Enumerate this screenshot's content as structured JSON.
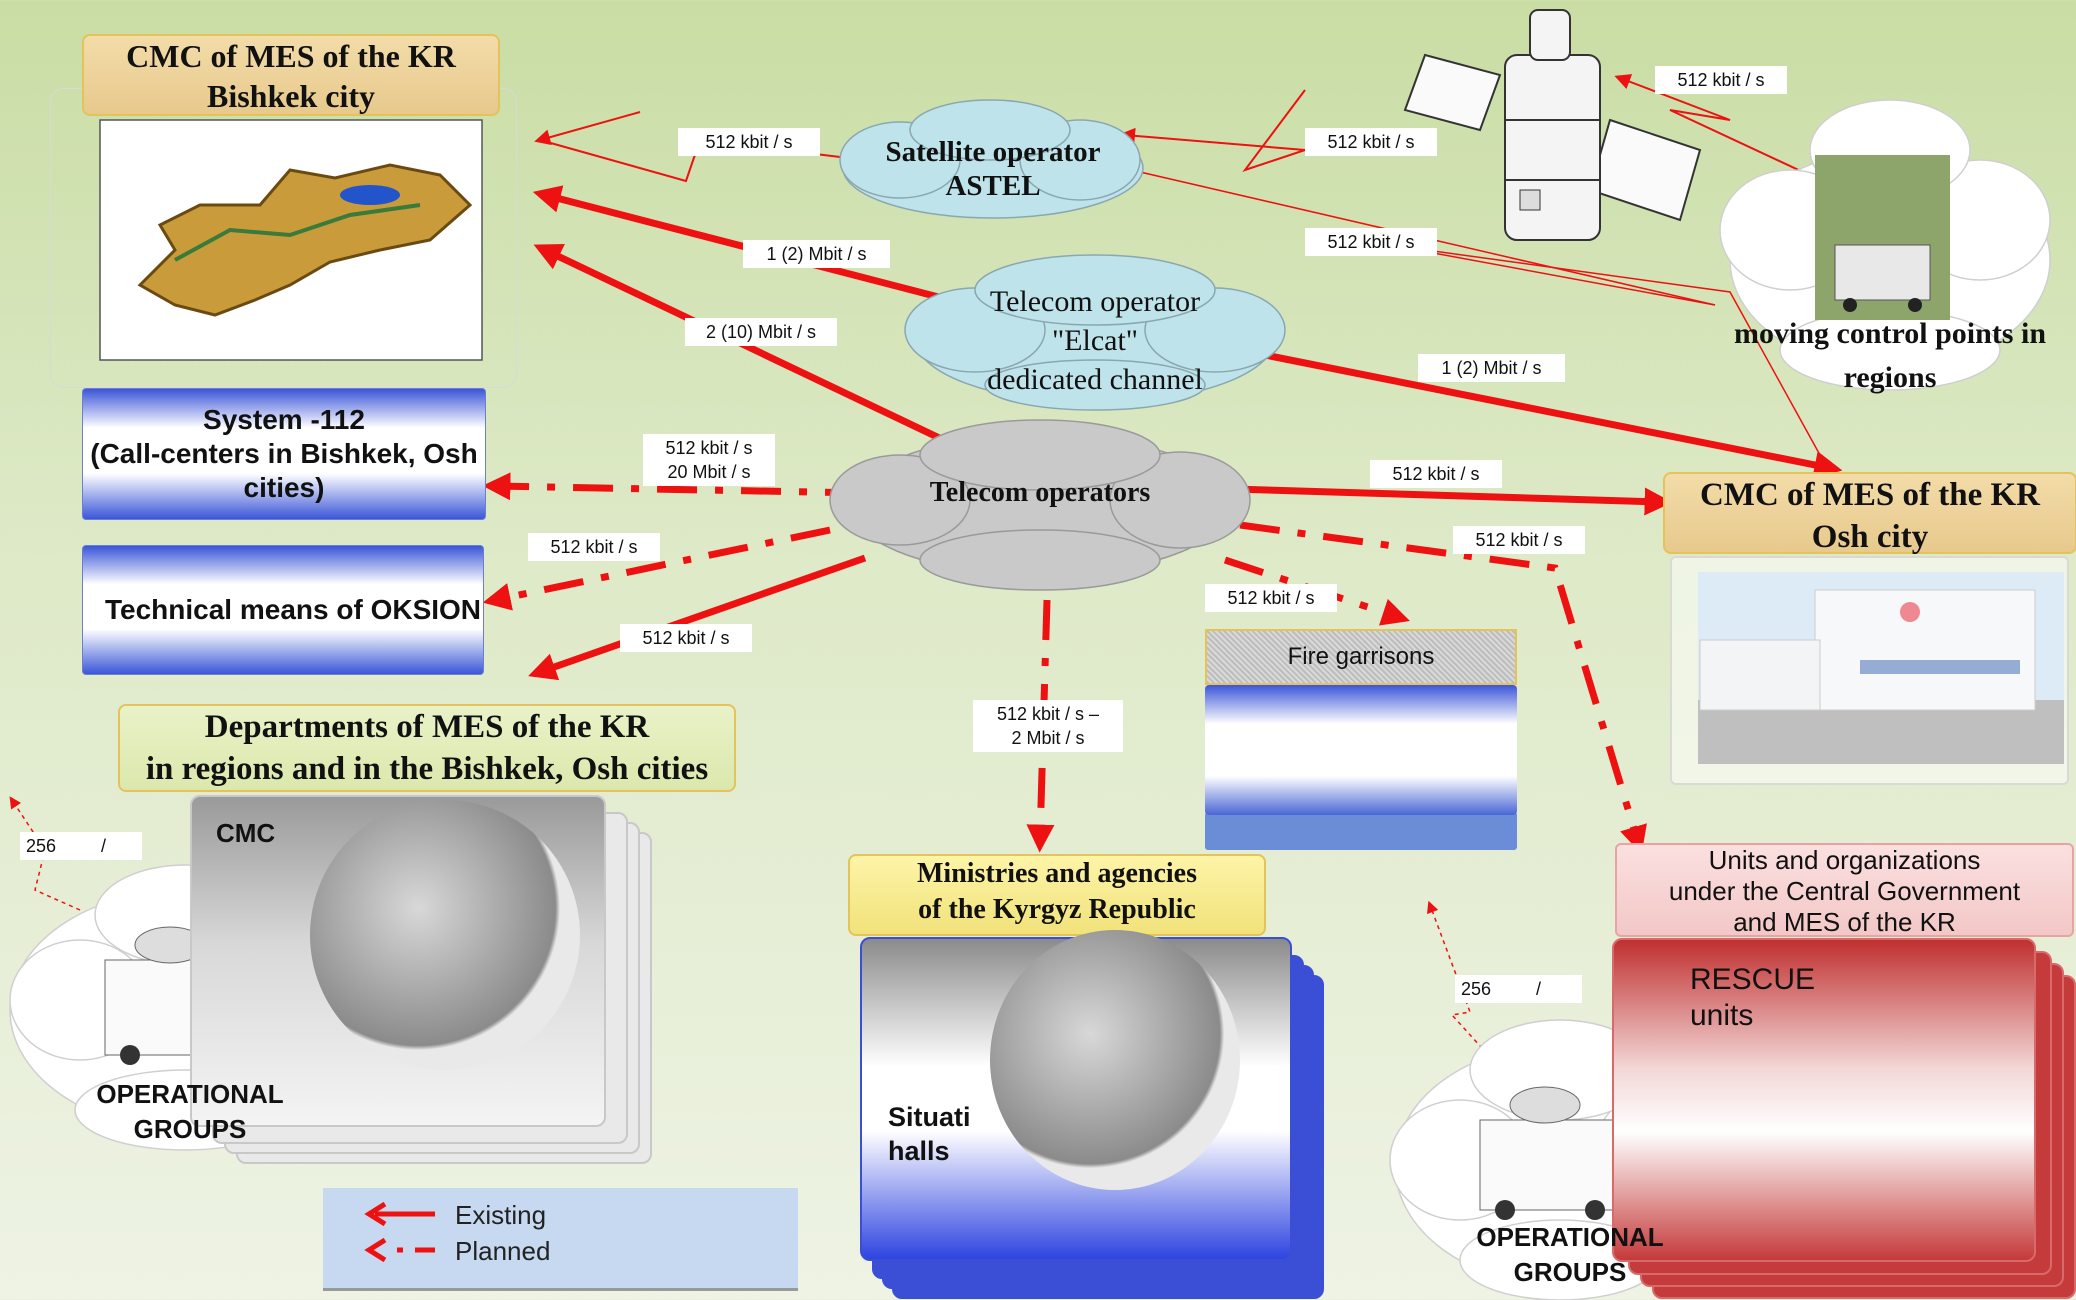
{
  "colors": {
    "existing_arrow": "#ee1111",
    "cloud_blue": "#bfe3ea",
    "cloud_gray": "#c9c9c9",
    "rescue_red": "#c53a3a"
  },
  "nodes": {
    "cmc_bishkek": "CMC of  MES of the KR\nBishkek city",
    "system112": "System -112\n(Call-centers in Bishkek, Osh cities)",
    "oksion": "Technical means of OKSION",
    "departments": "Departments of MES of the  KR\nin regions and in the Bishkek, Osh cities",
    "cmc_small": "CMC",
    "satellite_operator": "Satellite operator\nASTEL",
    "telecom_elcat": "Telecom operator\n\"Elcat\"\ndedicated channel",
    "telecom_operators": "Telecom operators",
    "moving_points": "moving control points in\nregions",
    "cmc_osh": "CMC of MES of the KR\nOsh city",
    "fire_garrisons": "Fire garrisons",
    "ministries": "Ministries and agencies\nof the Kyrgyz Republic",
    "situation_halls": "Situati\nhalls",
    "units": "Units and organizations\nunder the Central Government\nand MES of the KR",
    "rescue": "RESCUE\nunits",
    "op_groups_left": "OPERATIONAL\nGROUPS",
    "op_groups_right": "OPERATIONAL\nGROUPS"
  },
  "links": {
    "l1": "512 kbit / s",
    "l2": "512 kbit / s",
    "l3": "512 kbit / s",
    "l4": "512 kbit / s",
    "l5": "1 (2) Mbit / s",
    "l6": "2 (10) Mbit / s",
    "l7": "1 (2) Mbit / s",
    "l8": "512 kbit / s\n20 Mbit / s",
    "l9": "512 kbit / s",
    "l10": "512 kbit / s",
    "l11": "512 kbit / s",
    "l12": "512 kbit / s",
    "l13": "512 kbit / s",
    "l14": "512 kbit / s –\n2 Mbit / s",
    "l15": "256         /",
    "l16": "256         /"
  },
  "legend": {
    "existing": "Existing",
    "planned": "Planned"
  }
}
